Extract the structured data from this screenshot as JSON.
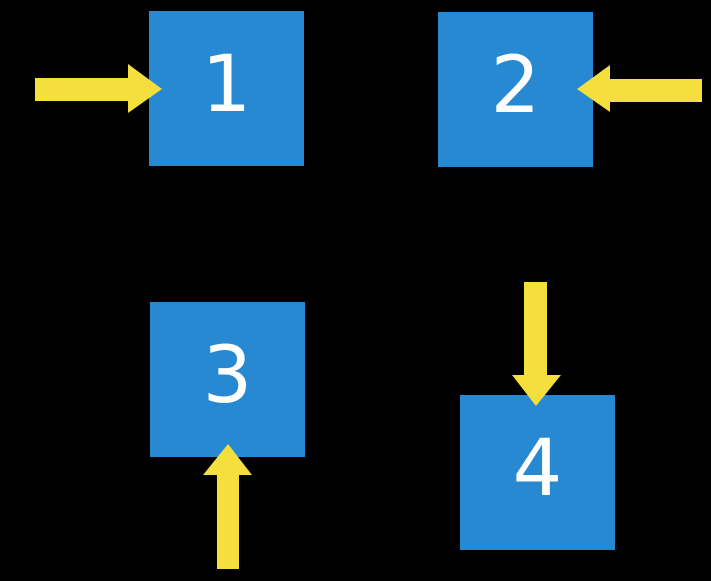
{
  "diagram": {
    "background": "#000000",
    "colors": {
      "box": "#2689D1",
      "arrow": "#F4DF3D",
      "label": "#FFFFFF"
    },
    "boxes": [
      {
        "label": "1",
        "arrow_icon": "arrow-right-icon",
        "arrow_enters": "left-side"
      },
      {
        "label": "2",
        "arrow_icon": "arrow-left-icon",
        "arrow_enters": "right-side"
      },
      {
        "label": "3",
        "arrow_icon": "arrow-up-icon",
        "arrow_enters": "bottom-side"
      },
      {
        "label": "4",
        "arrow_icon": "arrow-down-icon",
        "arrow_enters": "top-side"
      }
    ]
  }
}
